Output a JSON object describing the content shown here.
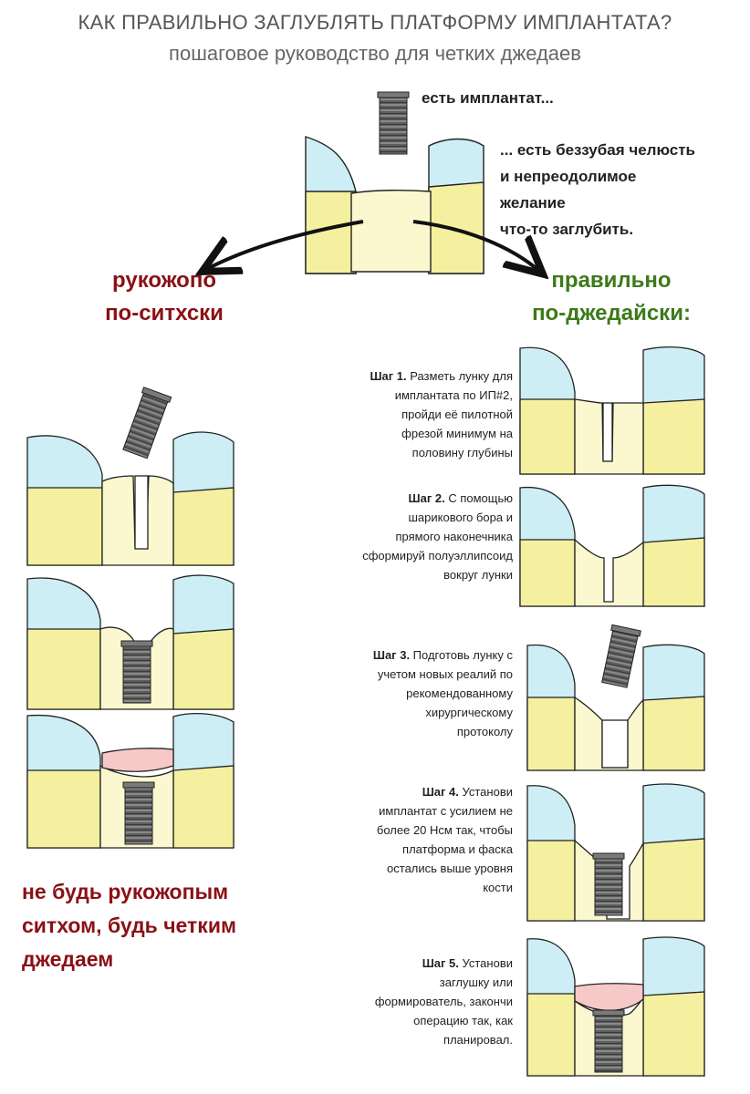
{
  "title": "КАК ПРАВИЛЬНО ЗАГЛУБЛЯТЬ ПЛАТФОРМУ ИМПЛАНТАТА?",
  "subtitle": "пошаговое руководство для четких джедаев",
  "intro": {
    "line1": "есть имплантат...",
    "line2": [
      "... есть беззубая челюсть",
      "и непреодолимое",
      "желание",
      "что-то заглубить."
    ]
  },
  "sith_heading": [
    "рукожопо",
    "по-ситхски"
  ],
  "jedi_heading": [
    "правильно",
    "по-джедайски:"
  ],
  "final_message": [
    "не будь рукожопым",
    "ситхом, будь четким",
    "джедаем"
  ],
  "steps": [
    {
      "label": "Шаг 1.",
      "lines": [
        " Разметь лунку для",
        "имплантата по  ИП#2,",
        "пройди её пилотной",
        "фрезой минимум на",
        "половину глубины"
      ]
    },
    {
      "label": "Шаг 2.",
      "lines": [
        " С помощью",
        "шарикового бора и",
        "прямого наконечника",
        "сформируй полуэллипсоид",
        "вокруг лунки"
      ]
    },
    {
      "label": "Шаг 3.",
      "lines": [
        " Подготовь лунку с",
        "учетом новых реалий по",
        "рекомендованному",
        "хирургическому",
        "протоколу"
      ]
    },
    {
      "label": "Шаг 4.",
      "lines": [
        " Установи",
        "имплантат с усилием не",
        "более 20 Нсм так, чтобы",
        "платформа и фаска",
        "остались выше уровня",
        "кости"
      ]
    },
    {
      "label": "Шаг 5.",
      "lines": [
        " Установи",
        "заглушку или",
        "формирователь, закончи",
        "операцию так, как",
        "планировал."
      ]
    }
  ],
  "colors": {
    "enamel": "#cdeef5",
    "dentin": "#f4f0a0",
    "bone": "#fbf8cf",
    "gum_pink": "#f6c8c8",
    "implant": "#6e6e6e",
    "sith_red": "#8b1015",
    "jedi_green": "#3c7a1a"
  }
}
